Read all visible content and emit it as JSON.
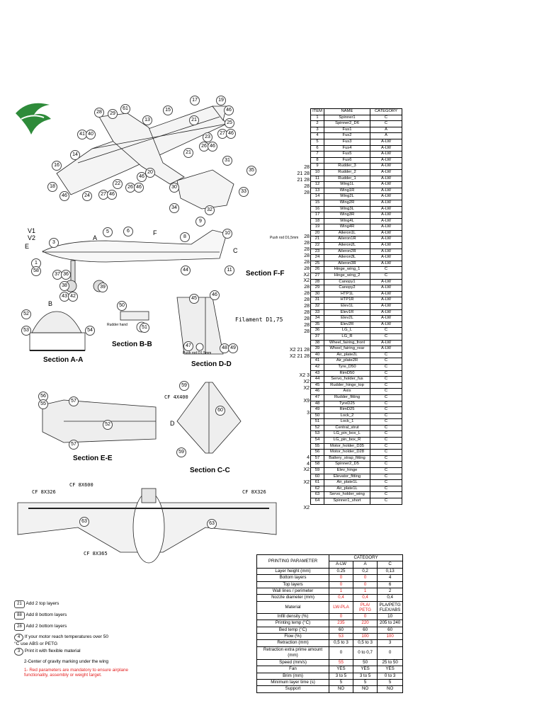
{
  "parts": {
    "headers": {
      "item": "ITEM",
      "name": "NAME",
      "category": "CATEGORY"
    },
    "rows": [
      [
        "1",
        "Spinner1",
        "C",
        ""
      ],
      [
        "2",
        "Spinner2_D6",
        "C",
        ""
      ],
      [
        "3",
        "Fus1",
        "A",
        ""
      ],
      [
        "4",
        "Fus2",
        "A",
        ""
      ],
      [
        "5",
        "Fus3",
        "A-LW",
        ""
      ],
      [
        "6",
        "Fus4",
        "A-LW",
        ""
      ],
      [
        "7",
        "Fus5",
        "A-LW",
        ""
      ],
      [
        "8",
        "Fus6",
        "A-LW",
        ""
      ],
      [
        "9",
        "Rudder_3",
        "A-LW",
        "28"
      ],
      [
        "10",
        "Rudder_2",
        "A-LW",
        "21 28"
      ],
      [
        "11",
        "Rudder_1",
        "A-LW",
        "21 28"
      ],
      [
        "12",
        "Wing1L",
        "A-LW",
        "28"
      ],
      [
        "13",
        "Wing1R",
        "A-LW",
        "28"
      ],
      [
        "14",
        "Wing2L",
        "A-LW",
        ""
      ],
      [
        "15",
        "Wing2R",
        "A-LW",
        ""
      ],
      [
        "16",
        "Wing3L",
        "A-LW",
        ""
      ],
      [
        "17",
        "Wing3R",
        "A-LW",
        ""
      ],
      [
        "18",
        "Wing4L",
        "A-LW",
        ""
      ],
      [
        "19",
        "Wing4R",
        "A-LW",
        ""
      ],
      [
        "20",
        "Aileron1L",
        "A-LW",
        "28"
      ],
      [
        "21",
        "Aileron1R",
        "A-LW",
        "28"
      ],
      [
        "22",
        "Aileron2L",
        "A-LW",
        "28"
      ],
      [
        "23",
        "Aileron2R",
        "A-LW",
        "28"
      ],
      [
        "24",
        "Aileron3L",
        "A-LW",
        "28"
      ],
      [
        "25",
        "Aileron3R",
        "A-LW",
        "28"
      ],
      [
        "26",
        "Hinge_wing_1",
        "C",
        "X2"
      ],
      [
        "27",
        "Hinge_wing_2",
        "C",
        "X2"
      ],
      [
        "28",
        "Canopy1",
        "A-LW",
        "28"
      ],
      [
        "29",
        "Canopy2",
        "A-LW",
        "28"
      ],
      [
        "30",
        "HTP1L",
        "A-LW",
        "28"
      ],
      [
        "31",
        "HTP1R",
        "A-LW",
        "28"
      ],
      [
        "32",
        "Elev1L",
        "A-LW",
        "28"
      ],
      [
        "33",
        "Elev1R",
        "A-LW",
        "28"
      ],
      [
        "34",
        "Elev2L",
        "A-LW",
        "28"
      ],
      [
        "35",
        "Elev2R",
        "A-LW",
        "28"
      ],
      [
        "36",
        "LG_L",
        "C",
        ""
      ],
      [
        "37",
        "LG_R",
        "C",
        ""
      ],
      [
        "38",
        "Wheel_fairing_front",
        "A-LW",
        "X2 21 28"
      ],
      [
        "39",
        "Wheel_fairing_rear",
        "A-LW",
        "X2 21 28"
      ],
      [
        "40",
        "Air_plate2L",
        "C",
        ""
      ],
      [
        "41",
        "Air_plate2R",
        "C",
        ""
      ],
      [
        "42",
        "Tyre_D50",
        "C",
        "X2 3"
      ],
      [
        "43",
        "RimD50",
        "C",
        "X2"
      ],
      [
        "44",
        "Servo_holder_fus",
        "C",
        "X2"
      ],
      [
        "45",
        "Rudder_hinge_top",
        "C",
        ""
      ],
      [
        "46",
        "Axis",
        "C",
        "X9"
      ],
      [
        "47",
        "Rudder_fitting",
        "C",
        ""
      ],
      [
        "48",
        "TyreD25",
        "C",
        "3"
      ],
      [
        "49",
        "RimD25",
        "C",
        ""
      ],
      [
        "50",
        "Lock_2",
        "C",
        ""
      ],
      [
        "51",
        "Lock_1",
        "C",
        ""
      ],
      [
        "52",
        "Central_strut",
        "C",
        ""
      ],
      [
        "53",
        "LG_pin_box_L",
        "C",
        ""
      ],
      [
        "54",
        "LG_pin_box_R",
        "C",
        ""
      ],
      [
        "55",
        "Motor_holder_D35",
        "C",
        "4"
      ],
      [
        "56",
        "Motor_holder_D28",
        "C",
        "4"
      ],
      [
        "57",
        "Battery_strap_fitting",
        "C",
        "X2"
      ],
      [
        "58",
        "Spinner2_D5",
        "C",
        ""
      ],
      [
        "59",
        "Elev_hinge",
        "C",
        "X2"
      ],
      [
        "60",
        "Elevator_fitting",
        "C",
        ""
      ],
      [
        "61",
        "Air_plate1L",
        "C",
        ""
      ],
      [
        "62",
        "Air_plate1L",
        "C",
        ""
      ],
      [
        "63",
        "Servo_holder_wing",
        "C",
        "X2"
      ],
      [
        "64",
        "Spinner1_short",
        "C",
        ""
      ]
    ]
  },
  "params": {
    "header": "PRINTING PARAMETER",
    "category_header": "CATEGORY",
    "cat_cols": [
      "A-LW",
      "A",
      "C"
    ],
    "rows": [
      {
        "p": "Layer height (mm)",
        "v": [
          "0.25",
          "0,2",
          "0,13"
        ],
        "red": [
          false,
          false,
          false
        ]
      },
      {
        "p": "Bottom layers",
        "v": [
          "0",
          "0",
          "4"
        ],
        "red": [
          true,
          true,
          false
        ]
      },
      {
        "p": "Top layers",
        "v": [
          "0",
          "0",
          "6"
        ],
        "red": [
          true,
          true,
          false
        ]
      },
      {
        "p": "Wall lines / perimeter",
        "v": [
          "1",
          "1",
          "2"
        ],
        "red": [
          true,
          true,
          false
        ]
      },
      {
        "p": "Nozzle diameter (mm)",
        "v": [
          "0,4",
          "0,4",
          "0,4"
        ],
        "red": [
          true,
          true,
          false
        ]
      },
      {
        "p": "Material",
        "v": [
          "LW-PLA",
          "PLA/ PETG",
          "PLA/PETG FLEX/ABS"
        ],
        "red": [
          true,
          true,
          false
        ]
      },
      {
        "p": "Infill density (%)",
        "v": [
          "0",
          "0",
          "10"
        ],
        "red": [
          true,
          true,
          false
        ]
      },
      {
        "p": "Printing temp (°C)",
        "v": [
          "235",
          "220",
          "205 to 240"
        ],
        "red": [
          true,
          true,
          false
        ]
      },
      {
        "p": "Bed temp (°C)",
        "v": [
          "60",
          "60",
          "60"
        ],
        "red": [
          false,
          false,
          false
        ]
      },
      {
        "p": "Flow (%)",
        "v": [
          "53",
          "100",
          "100"
        ],
        "red": [
          true,
          true,
          true
        ]
      },
      {
        "p": "Retraction (mm)",
        "v": [
          "0,5 to 3",
          "0,5 to 3",
          "3"
        ],
        "red": [
          false,
          false,
          false
        ]
      },
      {
        "p": "Retraction extra prime amount (mm)",
        "v": [
          "0",
          "0 to 0,7",
          "0"
        ],
        "red": [
          false,
          false,
          false
        ]
      },
      {
        "p": "Speed (mm/s)",
        "v": [
          "55",
          "50",
          "25 to 50"
        ],
        "red": [
          true,
          false,
          false
        ]
      },
      {
        "p": "Fan",
        "v": [
          "YES",
          "YES",
          "YES"
        ],
        "red": [
          false,
          false,
          false
        ]
      },
      {
        "p": "Brim (mm)",
        "v": [
          "3 to 5",
          "3 to 5",
          "0 to 3"
        ],
        "red": [
          false,
          false,
          false
        ]
      },
      {
        "p": "Minimum layer time (s)",
        "v": [
          "5",
          "5",
          "5"
        ],
        "red": [
          false,
          false,
          false
        ]
      },
      {
        "p": "Support",
        "v": [
          "NO",
          "NO",
          "NO"
        ],
        "red": [
          false,
          false,
          false
        ]
      }
    ]
  },
  "sections": {
    "aa": "Section A-A",
    "bb": "Section B-B",
    "cc": "Section C-C",
    "dd": "Section D-D",
    "ee": "Section E-E",
    "ff": "Section F-F"
  },
  "drawing_labels": {
    "filament": "Filament D1,75",
    "cf_4x400": "CF 4X400",
    "cf_8x600": "CF 8X600",
    "cf_8x326_l": "CF 8X326",
    "cf_8x326_r": "CF 8X326",
    "cf_8x365": "CF 8X365",
    "rudder_hand": "Rudder hand",
    "push_rod_top": "Push rod D1,5mm",
    "push_rod_mid": "Push rod D1,5mm",
    "v1": "V1",
    "v2": "V2",
    "e": "E",
    "a": "A",
    "b": "B",
    "f": "F",
    "c": "C",
    "d": "D"
  },
  "legend": [
    {
      "sym": "21",
      "text": "Add 2 top layers"
    },
    {
      "sym": "88",
      "text": "Add 8 bottom layers"
    },
    {
      "sym": "28",
      "text": "Add 2 bottom layers"
    },
    {
      "sym": "4",
      "text": "If your motor reach temperatures over 50 °C use ABS or PETG"
    },
    {
      "sym": "3",
      "text": "Print it with flexible material"
    }
  ],
  "notes": {
    "cog": "2-Center of gravity marking under the wing",
    "red": "1- Red parameters are mandatory to ensure airplane functionality, assembly or weight target."
  },
  "colors": {
    "logo_green": "#2e8b3a",
    "red": "#e31b1b"
  }
}
